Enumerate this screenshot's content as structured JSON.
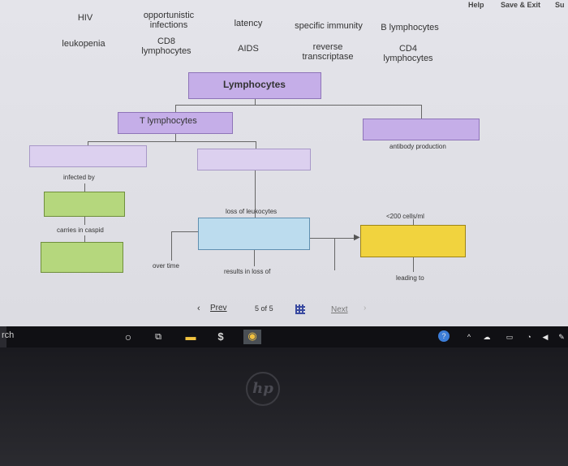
{
  "topbar": {
    "help": "Help",
    "save_exit": "Save & Exit",
    "submit_partial": "Su"
  },
  "terms": [
    {
      "id": "hiv",
      "label": "HIV"
    },
    {
      "id": "opportunistic",
      "label": "opportunistic infections"
    },
    {
      "id": "latency",
      "label": "latency"
    },
    {
      "id": "specific-immunity",
      "label": "specific immunity"
    },
    {
      "id": "b-lymphocytes",
      "label": "B lymphocytes"
    },
    {
      "id": "leukopenia",
      "label": "leukopenia"
    },
    {
      "id": "cd8",
      "label": "CD8 lymphocytes"
    },
    {
      "id": "aids",
      "label": "AIDS"
    },
    {
      "id": "reverse-transcriptase",
      "label": "reverse transcriptase"
    },
    {
      "id": "cd4",
      "label": "CD4 lymphocytes"
    }
  ],
  "map": {
    "root": "Lymphocytes",
    "t_lymphocytes": "T lymphocytes",
    "antibody_production": "antibody production",
    "infected_by": "infected by",
    "carries_in_caspid": "carries in caspid",
    "loss_of_leukocytes": "loss of leukocytes",
    "cells_threshold": "<200 cells/ml",
    "over_time": "over time",
    "results_in_loss_of": "results in loss of",
    "leading_to": "leading to"
  },
  "pager": {
    "prev": "Prev",
    "current": "5",
    "of_label": "of",
    "total": "5",
    "next": "Next"
  },
  "taskbar": {
    "search_partial": "rch"
  },
  "colors": {
    "purple": "#c5aee8",
    "green": "#b5d77d",
    "blue": "#bcdcee",
    "yellow": "#f1d33e"
  }
}
